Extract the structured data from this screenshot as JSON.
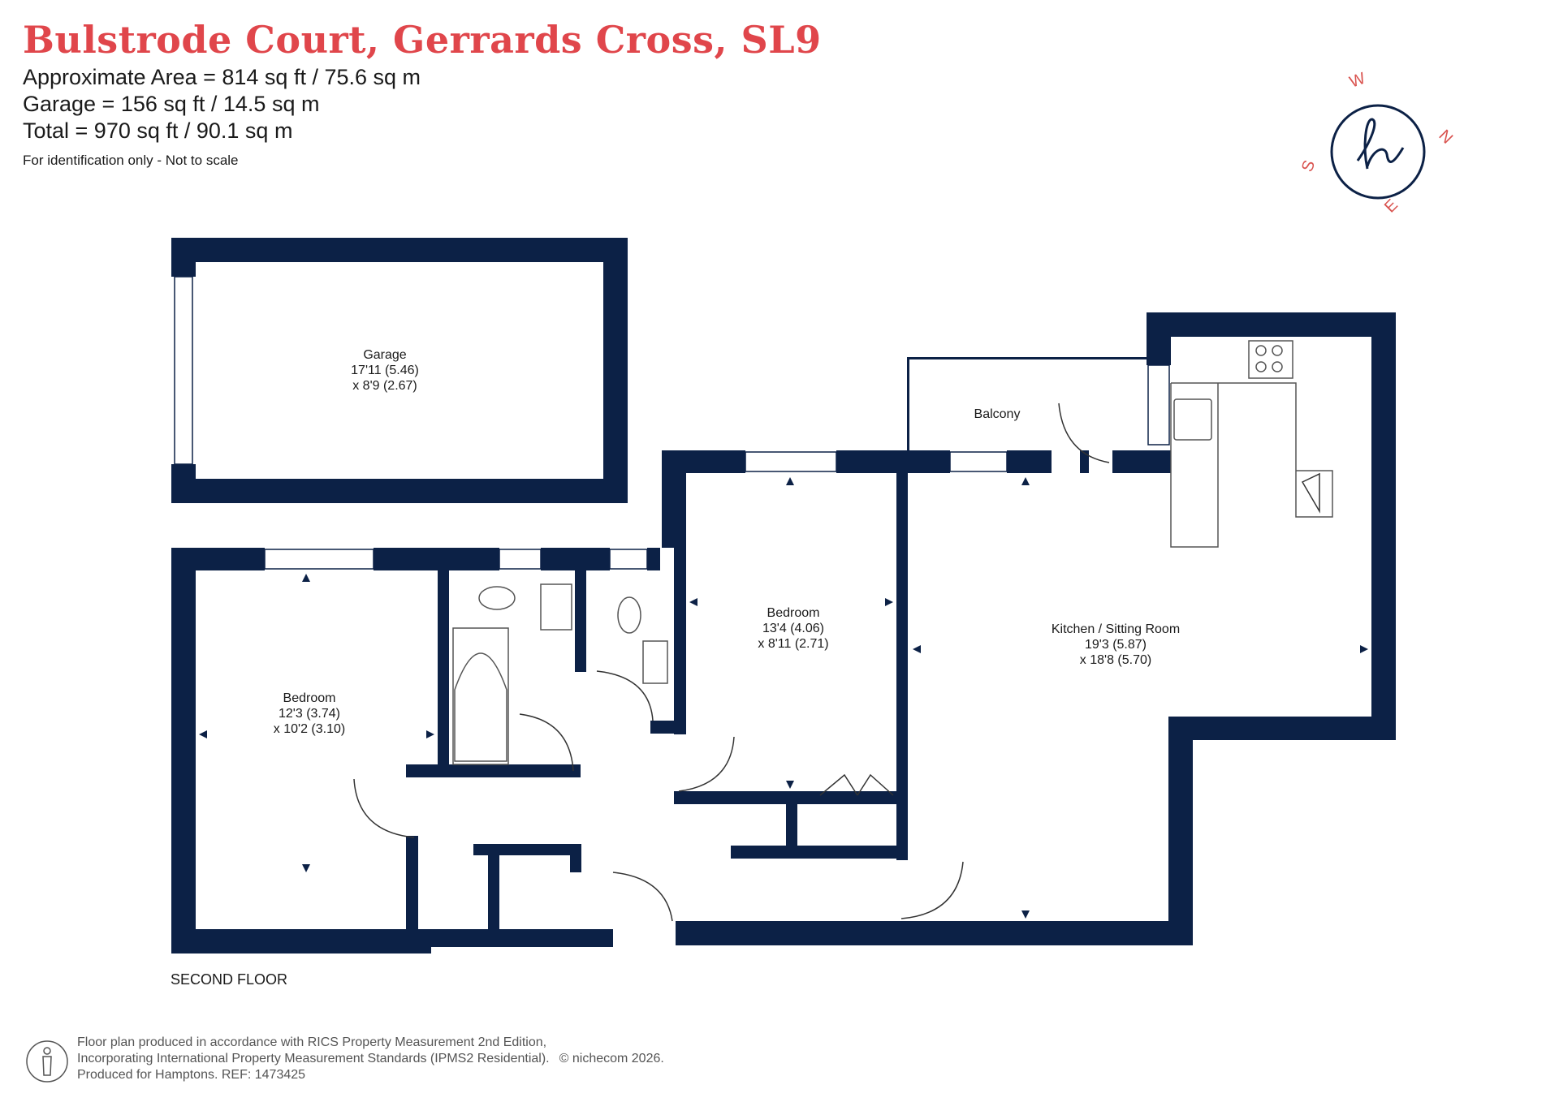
{
  "header": {
    "title": "Bulstrode Court, Gerrards Cross, SL9",
    "area_line": "Approximate Area = 814 sq ft / 75.6 sq m",
    "garage_line": "Garage = 156 sq ft / 14.5 sq m",
    "total_line": "Total = 970 sq ft / 90.1 sq m",
    "note": "For identification only - Not to scale"
  },
  "compass": {
    "n": "N",
    "e": "E",
    "s": "S",
    "w": "W",
    "logo": "h"
  },
  "rooms": {
    "garage": {
      "name": "Garage",
      "dim1": "17'11 (5.46)",
      "dim2": "x 8'9 (2.67)"
    },
    "balcony": {
      "name": "Balcony"
    },
    "bedroom1": {
      "name": "Bedroom",
      "dim1": "12'3 (3.74)",
      "dim2": "x 10'2 (3.10)"
    },
    "bedroom2": {
      "name": "Bedroom",
      "dim1": "13'4 (4.06)",
      "dim2": "x 8'11 (2.71)"
    },
    "kitchen": {
      "name": "Kitchen / Sitting Room",
      "dim1": "19'3 (5.87)",
      "dim2": "x 18'8 (5.70)"
    }
  },
  "floor_label": "SECOND FLOOR",
  "footer": {
    "line1": "Floor plan produced in accordance with RICS Property Measurement 2nd Edition,",
    "line2": "Incorporating International Property Measurement Standards (IPMS2 Residential).",
    "copyright": "© nichecom 2026.",
    "line3": "Produced for Hamptons.   REF: 1473425"
  },
  "colors": {
    "title": "#e0464b",
    "wall": "#0c2146",
    "compass": "#d9534f"
  }
}
